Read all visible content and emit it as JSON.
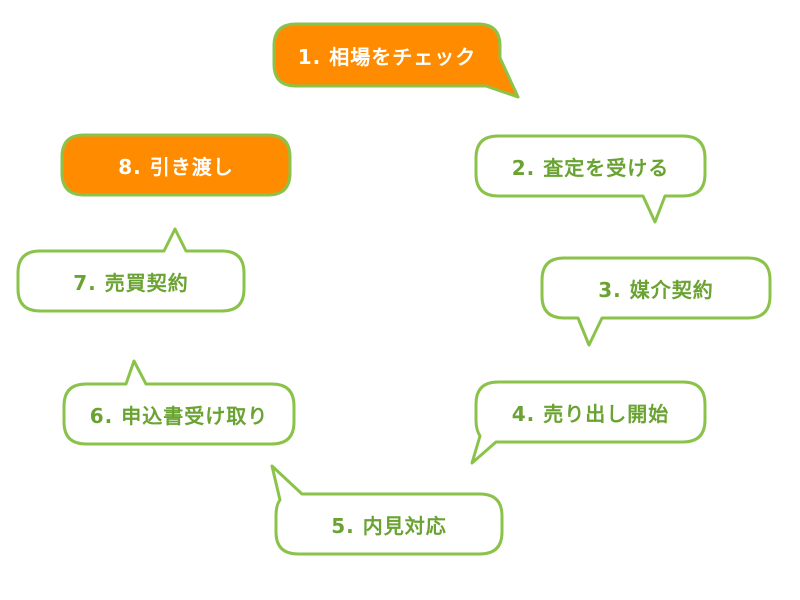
{
  "colors": {
    "outline": "#8bc34a",
    "highlight_fill": "#ff8c00",
    "normal_fill": "#ffffff",
    "highlight_text": "#ffffff",
    "normal_text": "#6aa332"
  },
  "steps": [
    {
      "label": "1. 相場をチェック",
      "highlighted": true
    },
    {
      "label": "2. 査定を受ける",
      "highlighted": false
    },
    {
      "label": "3. 媒介契約",
      "highlighted": false
    },
    {
      "label": "4. 売り出し開始",
      "highlighted": false
    },
    {
      "label": "5. 内見対応",
      "highlighted": false
    },
    {
      "label": "6. 申込書受け取り",
      "highlighted": false
    },
    {
      "label": "7. 売買契約",
      "highlighted": false
    },
    {
      "label": "8. 引き渡し",
      "highlighted": true
    }
  ]
}
